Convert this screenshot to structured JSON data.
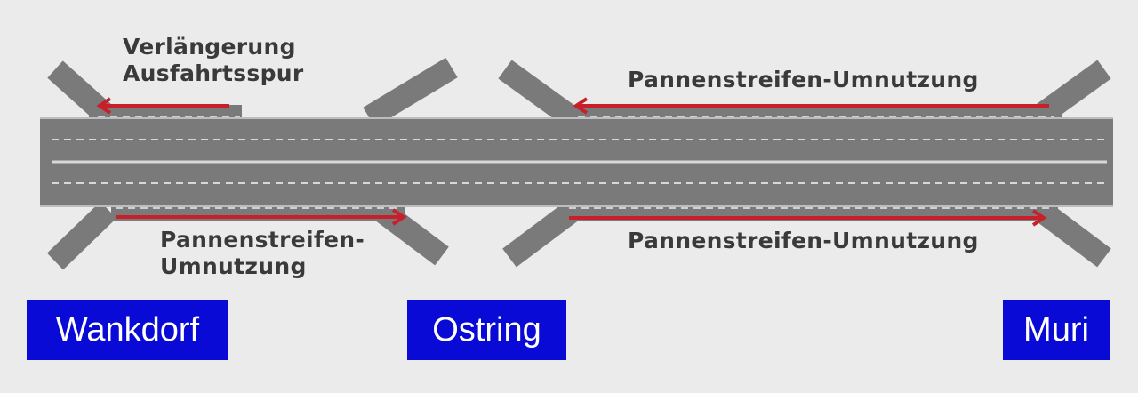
{
  "annotations": {
    "extension_line1": "Verlängerung",
    "extension_line2": "Ausfahrtsspur",
    "shoulder_left_line1": "Pannenstreifen-",
    "shoulder_left_line2": "Umnutzung",
    "shoulder_right_top": "Pannenstreifen-Umnutzung",
    "shoulder_right_bottom": "Pannenstreifen-Umnutzung"
  },
  "junctions": [
    "Wankdorf",
    "Ostring",
    "Muri"
  ],
  "colors": {
    "road": "#7a7a7a",
    "arrow": "#c8202a",
    "label_box": "#0a0ad6",
    "background": "#ebebeb"
  }
}
